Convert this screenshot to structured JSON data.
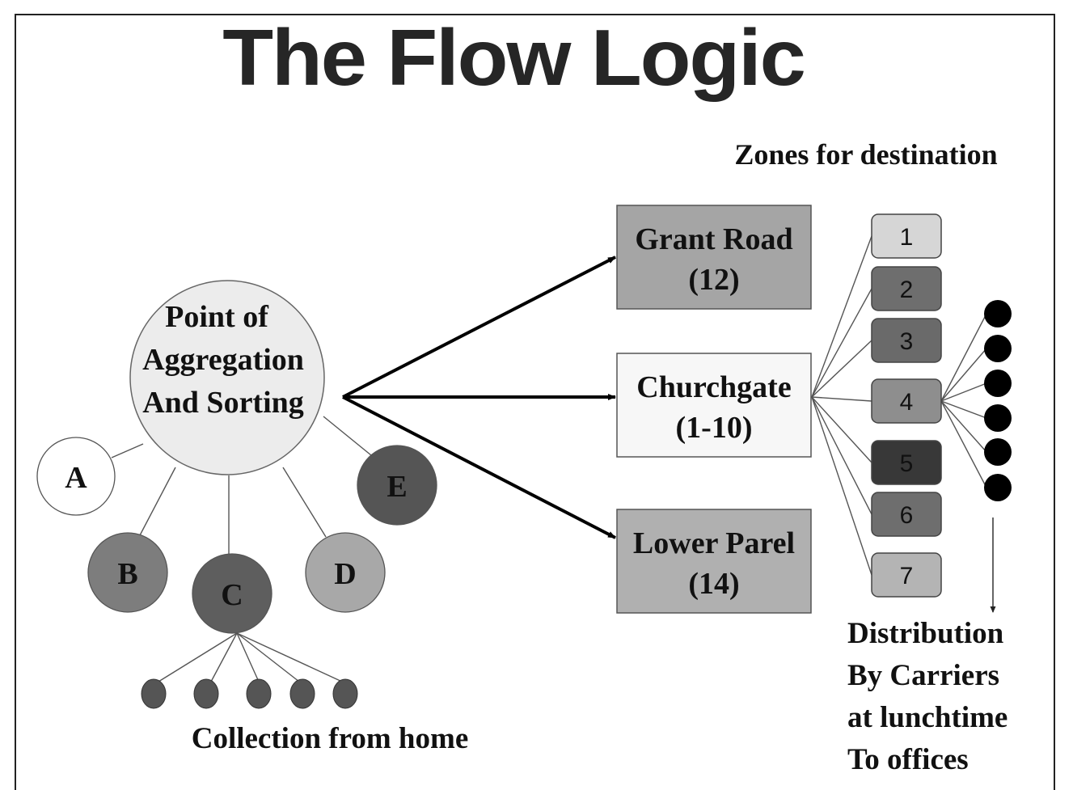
{
  "title": "The Flow Logic",
  "hub": {
    "lines": [
      "Point of",
      "Aggregation",
      "And Sorting"
    ],
    "fill": "#ececec"
  },
  "collectors": [
    {
      "label": "A",
      "fill": "#ffffff"
    },
    {
      "label": "B",
      "fill": "#7d7d7d"
    },
    {
      "label": "C",
      "fill": "#5e5e5e"
    },
    {
      "label": "D",
      "fill": "#a8a8a8"
    },
    {
      "label": "E",
      "fill": "#555555"
    }
  ],
  "homes": {
    "count": 5,
    "fill": "#555555",
    "caption": "Collection from home"
  },
  "stations": [
    {
      "name": "Grant Road",
      "code": "(12)",
      "fill": "#a5a5a5"
    },
    {
      "name": "Churchgate",
      "code": "(1-10)",
      "fill": "#f7f7f7"
    },
    {
      "name": "Lower Parel",
      "code": "(14)",
      "fill": "#b0b0b0"
    }
  ],
  "zones_heading": "Zones for destination",
  "zones": [
    {
      "label": "1",
      "fill": "#d6d6d6"
    },
    {
      "label": "2",
      "fill": "#6e6e6e"
    },
    {
      "label": "3",
      "fill": "#6a6a6a"
    },
    {
      "label": "4",
      "fill": "#8e8e8e"
    },
    {
      "label": "5",
      "fill": "#383838"
    },
    {
      "label": "6",
      "fill": "#6e6e6e"
    },
    {
      "label": "7",
      "fill": "#b4b4b4"
    }
  ],
  "carriers": {
    "count": 6,
    "fill": "#000000"
  },
  "distribution_caption": [
    "Distribution",
    "By Carriers",
    "at lunchtime",
    "To offices"
  ]
}
